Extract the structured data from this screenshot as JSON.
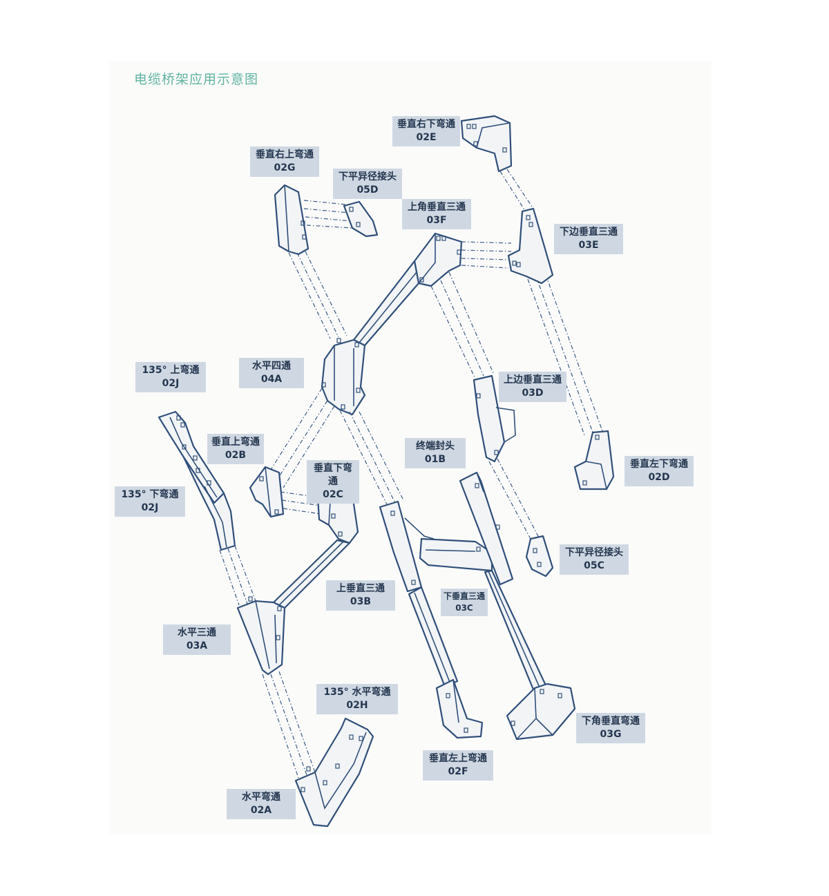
{
  "title": "电缆桥架应用示意图",
  "labels": {
    "02E": {
      "name": "垂直右下弯通",
      "code": "02E"
    },
    "02G": {
      "name": "垂直右上弯通",
      "code": "02G"
    },
    "05D": {
      "name": "下平异径接头",
      "code": "05D"
    },
    "03F": {
      "name": "上角垂直三通",
      "code": "03F"
    },
    "03E": {
      "name": "下边垂直三通",
      "code": "03E"
    },
    "02J_up": {
      "name": "135° 上弯通",
      "code": "02J"
    },
    "04A": {
      "name": "水平四通",
      "code": "04A"
    },
    "03D": {
      "name": "上边垂直三通",
      "code": "03D"
    },
    "02B": {
      "name": "垂直上弯通",
      "code": "02B"
    },
    "02C": {
      "name": "垂直下弯通",
      "code": "02C"
    },
    "01B": {
      "name": "终端封头",
      "code": "01B"
    },
    "02D": {
      "name": "垂直左下弯通",
      "code": "02D"
    },
    "02J_down": {
      "name": "135° 下弯通",
      "code": "02J"
    },
    "05C": {
      "name": "下平异径接头",
      "code": "05C"
    },
    "03B": {
      "name": "上垂直三通",
      "code": "03B"
    },
    "03C": {
      "name": "下垂直三通",
      "code": "03C"
    },
    "03A": {
      "name": "水平三通",
      "code": "03A"
    },
    "02H": {
      "name": "135° 水平弯通",
      "code": "02H"
    },
    "03G": {
      "name": "下角垂直弯通",
      "code": "03G"
    },
    "02F": {
      "name": "垂直左上弯通",
      "code": "02F"
    },
    "02A": {
      "name": "水平弯通",
      "code": "02A"
    }
  },
  "colors": {
    "line": "#2f4f79",
    "label_bg": "#cfd8e2",
    "title": "#5fb3a0"
  }
}
